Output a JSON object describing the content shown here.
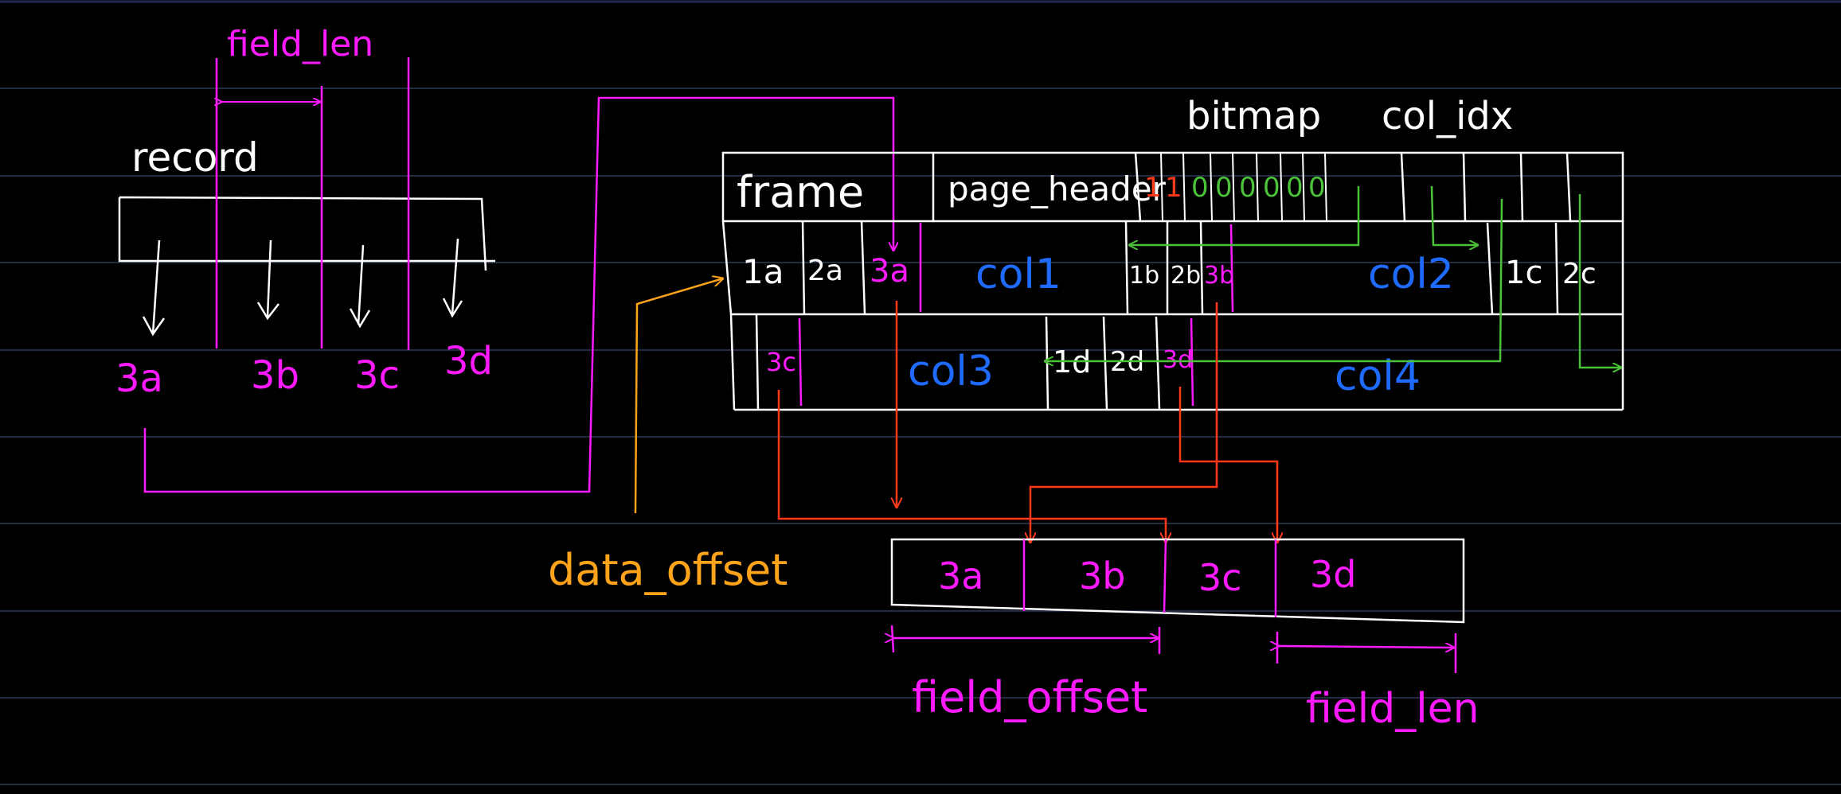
{
  "colors": {
    "background": "#000000",
    "ruled_line": "#2e3c57",
    "top_border": "#1f2a55",
    "white": "#ffffff",
    "magenta": "#ff1aff",
    "blue": "#1f6bff",
    "green": "#4cc23a",
    "orange": "#ffa31a",
    "red": "#ff3a1a"
  },
  "record": {
    "title": "record",
    "field_len_top": "field_len",
    "fields": [
      "3a",
      "3b",
      "3c",
      "3d"
    ]
  },
  "page": {
    "labels": {
      "bitmap": "bitmap",
      "col_idx": "col_idx",
      "frame": "frame",
      "page_header": "page_header"
    },
    "bitmap_bits": [
      "1",
      "1",
      "0",
      "0",
      "0",
      "0",
      "0",
      "0"
    ],
    "row2": {
      "cells": [
        "1a",
        "2a",
        "3a"
      ],
      "col1": "col1",
      "cells_b": [
        "1b",
        "2b",
        "3b"
      ],
      "col2": "col2",
      "cells_c": [
        "1c",
        "2c"
      ]
    },
    "row3": {
      "cell_3c": "3c",
      "col3": "col3",
      "cells_d": [
        "1d",
        "2d",
        "3d"
      ],
      "col4": "col4"
    }
  },
  "data_offset_label": "data_offset",
  "output": {
    "fields": [
      "3a",
      "3b",
      "3c",
      "3d"
    ],
    "field_offset": "field_offset",
    "field_len_bottom": "field_len"
  }
}
